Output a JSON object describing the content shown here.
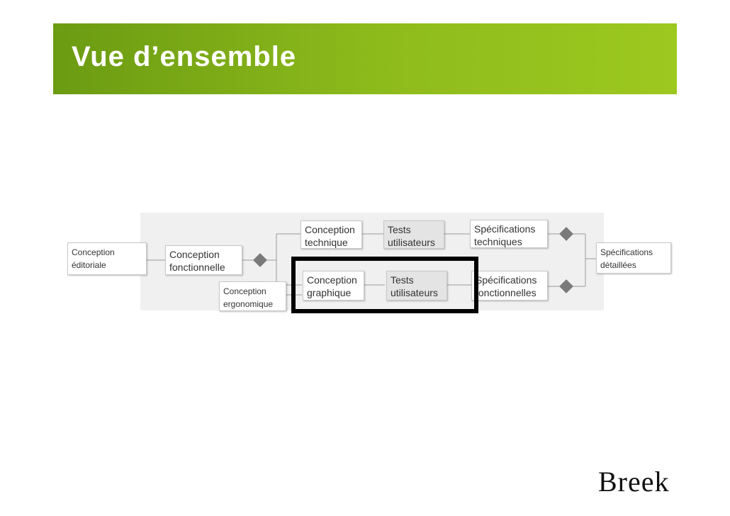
{
  "title": "Vue d’ensemble",
  "logo": "Breek",
  "boxes": {
    "conception_editoriale": [
      "Conception",
      "éditoriale"
    ],
    "conception_fonctionnelle": [
      "Conception",
      "fonctionnelle"
    ],
    "conception_ergonomique": [
      "Conception",
      "ergonomique"
    ],
    "conception_technique": [
      "Conception",
      "technique"
    ],
    "tests_utilisateurs_top": [
      "Tests",
      "utilisateurs"
    ],
    "specifications_techniques": [
      "Spécifications",
      "techniques"
    ],
    "conception_graphique": [
      "Conception",
      "graphique"
    ],
    "tests_utilisateurs_bottom": [
      "Tests",
      "utilisateurs"
    ],
    "specifications_fonctionnelles": [
      "Spécifications",
      "fonctionnelles"
    ],
    "specifications_detaillees": [
      "Spécifications",
      "détaillées"
    ]
  }
}
